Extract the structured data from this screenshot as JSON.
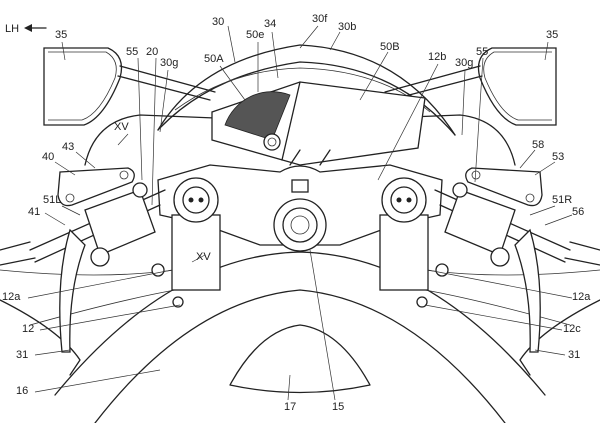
{
  "figure": {
    "direction_label": "LH",
    "labels": [
      "35",
      "30",
      "34",
      "30f",
      "30b",
      "35",
      "55",
      "20",
      "30g",
      "50A",
      "50e",
      "50B",
      "12b",
      "30g",
      "55",
      "XV",
      "40",
      "43",
      "58",
      "53",
      "51L",
      "41",
      "51R",
      "56",
      "XV",
      "12a",
      "12a",
      "12",
      "12c",
      "31",
      "31",
      "16",
      "17",
      "15"
    ]
  }
}
